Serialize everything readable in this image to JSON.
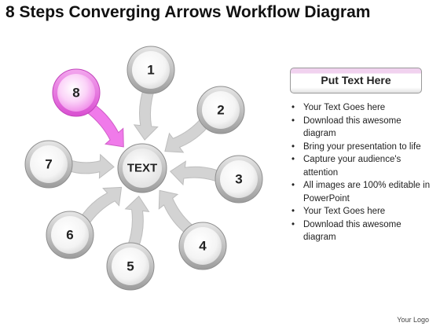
{
  "title": "8 Steps Converging Arrows Workflow Diagram",
  "diagram": {
    "center_label": "TEXT",
    "steps": [
      "1",
      "2",
      "3",
      "4",
      "5",
      "6",
      "7",
      "8"
    ],
    "highlighted_step": "8",
    "colors": {
      "highlight": "#e85fe0",
      "highlight_arrow": "#f07aea",
      "circle_gray": "#c8c8c8",
      "arrow_gray": "#d3d3d3"
    }
  },
  "sidebar": {
    "header_label": "Put Text Here",
    "bullets": [
      "Your Text Goes here",
      "Download this awesome diagram",
      "Bring your presentation to life",
      "Capture your audience's attention",
      "All images are 100% editable in PowerPoint",
      "Your Text Goes here",
      "Download this awesome diagram"
    ]
  },
  "footer": "Your Logo"
}
